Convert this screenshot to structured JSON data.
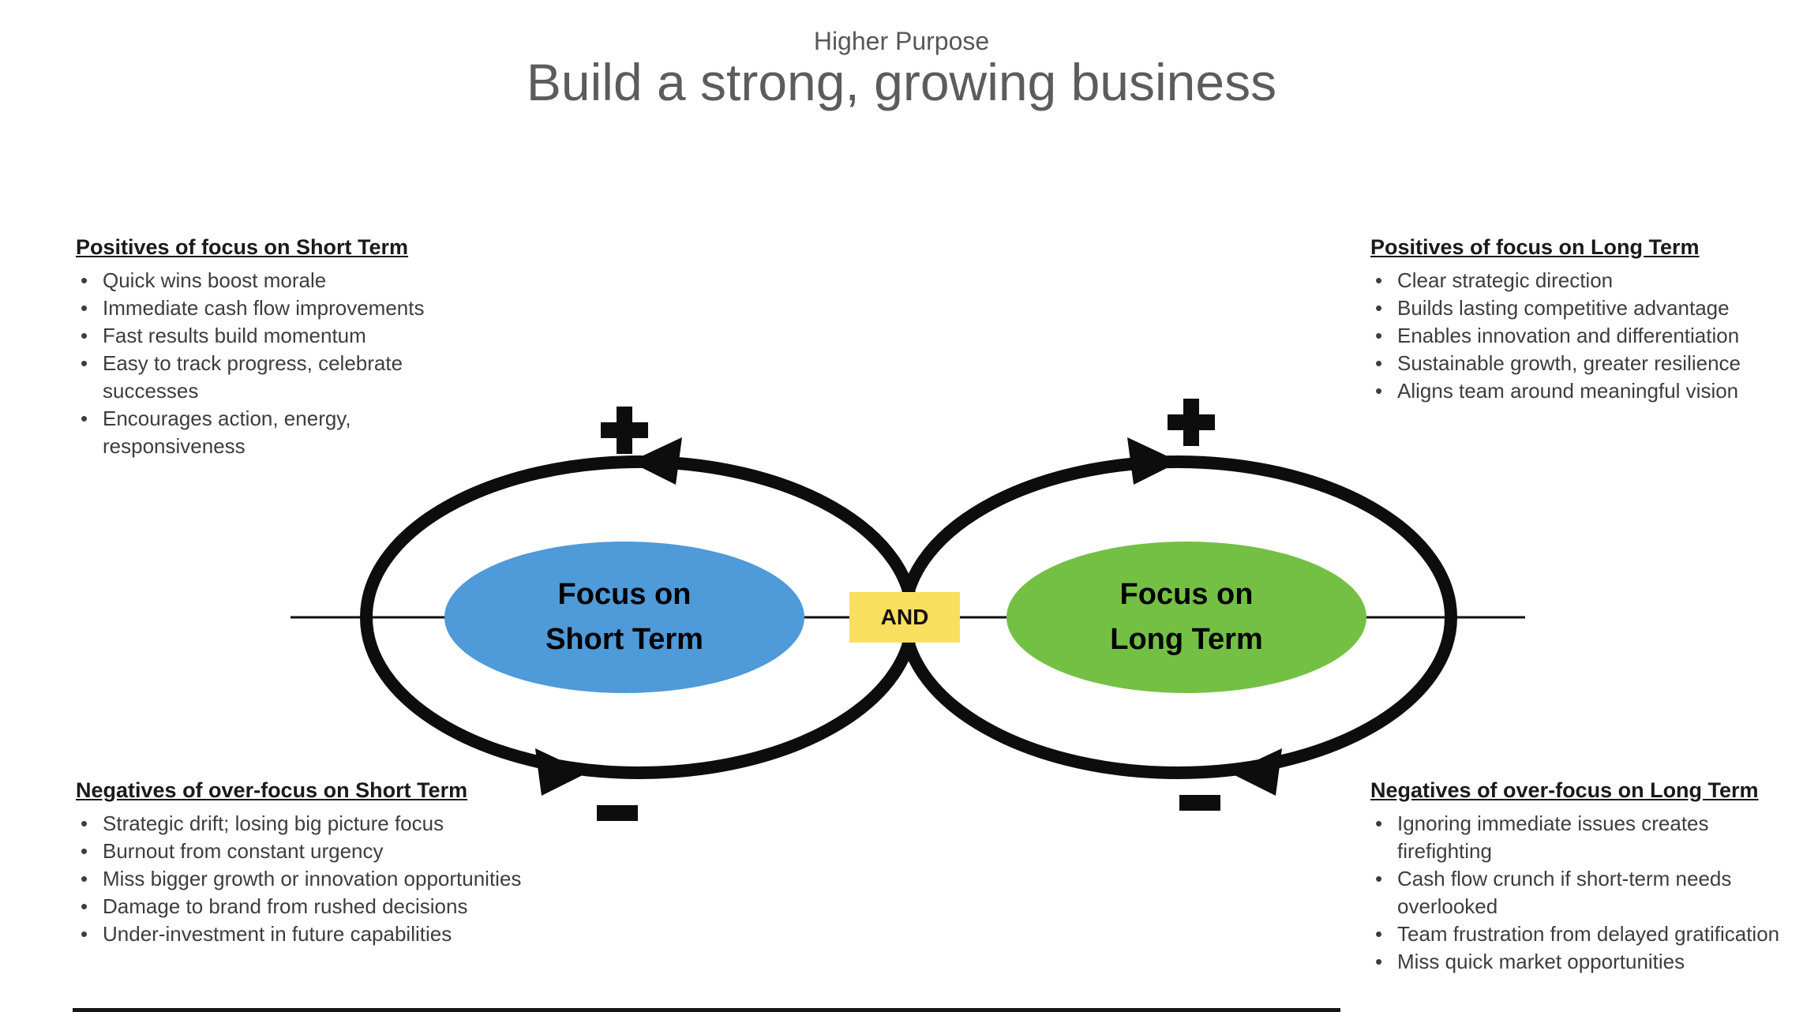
{
  "header": {
    "kicker": "Higher Purpose",
    "title": "Build a strong, growing business"
  },
  "quadrants": {
    "positives_short_term": {
      "heading": "Positives of focus on Short Term",
      "items": [
        "Quick wins boost morale",
        "Immediate cash flow improvements",
        "Fast results build momentum",
        "Easy to track progress, celebrate successes",
        "Encourages action, energy, responsiveness"
      ]
    },
    "positives_long_term": {
      "heading": "Positives of focus on Long Term",
      "items": [
        "Clear strategic direction",
        "Builds lasting competitive advantage",
        "Enables innovation and differentiation",
        "Sustainable growth, greater resilience",
        "Aligns team around meaningful vision"
      ]
    },
    "negatives_short_term": {
      "heading": "Negatives of over-focus on Short Term",
      "items": [
        "Strategic drift; losing big picture focus",
        "Burnout from constant urgency",
        "Miss bigger growth or innovation opportunities",
        "Damage to brand from rushed decisions",
        "Under-investment in future capabilities"
      ]
    },
    "negatives_long_term": {
      "heading": "Negatives of over-focus on Long Term",
      "items": [
        "Ignoring immediate issues creates firefighting",
        "Cash flow crunch if short-term needs overlooked",
        "Team frustration from delayed gratification",
        "Miss quick market opportunities"
      ]
    }
  },
  "diagram": {
    "left_pole": {
      "line1": "Focus on",
      "line2": "Short Term",
      "color": "#4f9ad8"
    },
    "right_pole": {
      "line1": "Focus on",
      "line2": "Long Term",
      "color": "#74c044"
    },
    "connector": {
      "label": "AND",
      "color": "#f8e05e"
    },
    "loop_color": "#0d0d0d",
    "icons": {
      "top_left": "plus-icon",
      "top_right": "plus-icon",
      "bottom_left": "minus-icon",
      "bottom_right": "minus-icon"
    }
  }
}
